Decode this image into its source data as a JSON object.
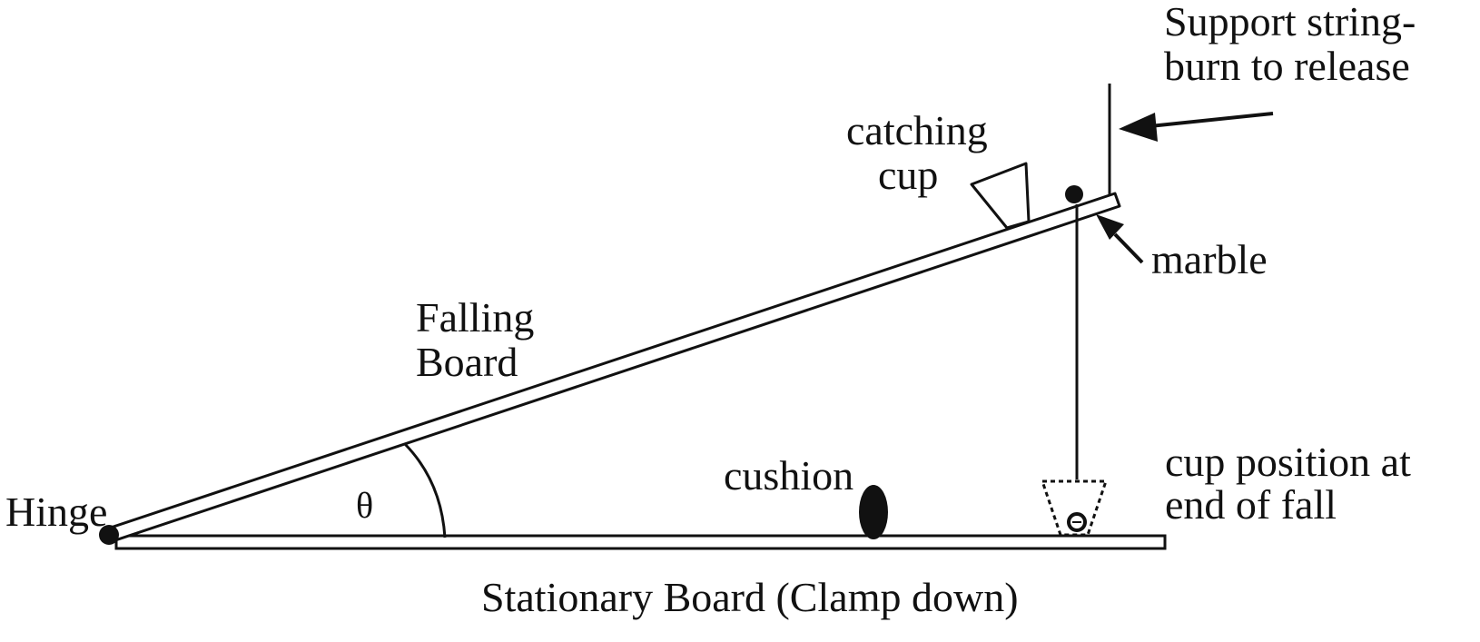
{
  "labels": {
    "support_line1": "Support string-",
    "support_line2": "burn to release",
    "catching_line1": "catching",
    "catching_line2": "cup",
    "marble": "marble",
    "falling_line1": "Falling",
    "falling_line2": "Board",
    "cushion": "cushion",
    "cup_end_line1": "cup position at",
    "cup_end_line2": "end of fall",
    "hinge": "Hinge",
    "theta": "θ",
    "stationary": "Stationary Board (Clamp down)"
  },
  "colors": {
    "ink": "#111111",
    "background": "#ffffff"
  }
}
